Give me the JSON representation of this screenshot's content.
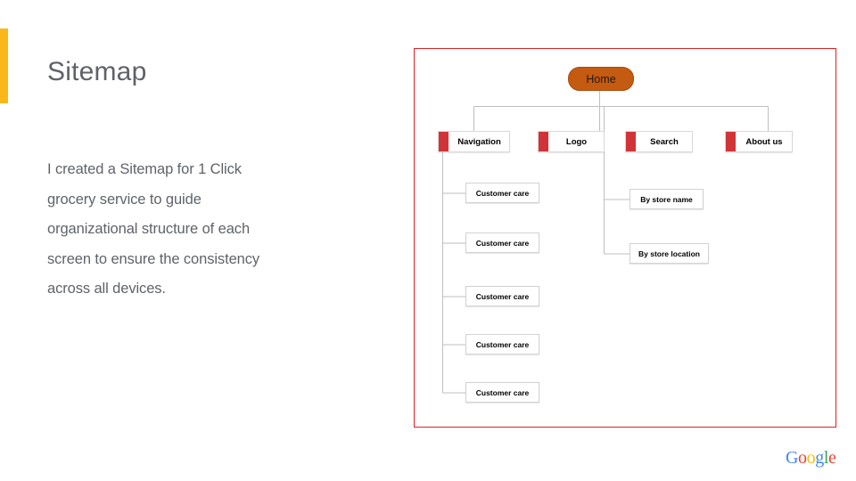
{
  "slide": {
    "title": "Sitemap",
    "body": "I created a Sitemap for 1 Click grocery service to guide organizational structure of each screen to ensure the consistency across all devices.",
    "accent_color": "#F9B719",
    "background_color": "#ffffff",
    "text_color": "#5F6368"
  },
  "diagram": {
    "border_color": "#E02020",
    "connector_color": "#BFBFBF",
    "root": {
      "label": "Home",
      "fill_color": "#C55A11",
      "text_color": "#1A1A1A"
    },
    "level2": [
      {
        "label": "Navigation",
        "accent_color": "#D13438"
      },
      {
        "label": "Logo",
        "accent_color": "#D13438"
      },
      {
        "label": "Search",
        "accent_color": "#D13438"
      },
      {
        "label": "About us",
        "accent_color": "#D13438"
      }
    ],
    "navigation_children": [
      {
        "label": "Customer care"
      },
      {
        "label": "Customer care"
      },
      {
        "label": "Customer care"
      },
      {
        "label": "Customer care"
      },
      {
        "label": "Customer care"
      }
    ],
    "search_children": [
      {
        "label": "By store name"
      },
      {
        "label": "By store location"
      }
    ]
  },
  "branding": {
    "google": {
      "letters": [
        {
          "char": "G",
          "color": "#4285F4"
        },
        {
          "char": "o",
          "color": "#EA4335"
        },
        {
          "char": "o",
          "color": "#FBBC05"
        },
        {
          "char": "g",
          "color": "#4285F4"
        },
        {
          "char": "l",
          "color": "#34A853"
        },
        {
          "char": "e",
          "color": "#EA4335"
        }
      ]
    }
  }
}
